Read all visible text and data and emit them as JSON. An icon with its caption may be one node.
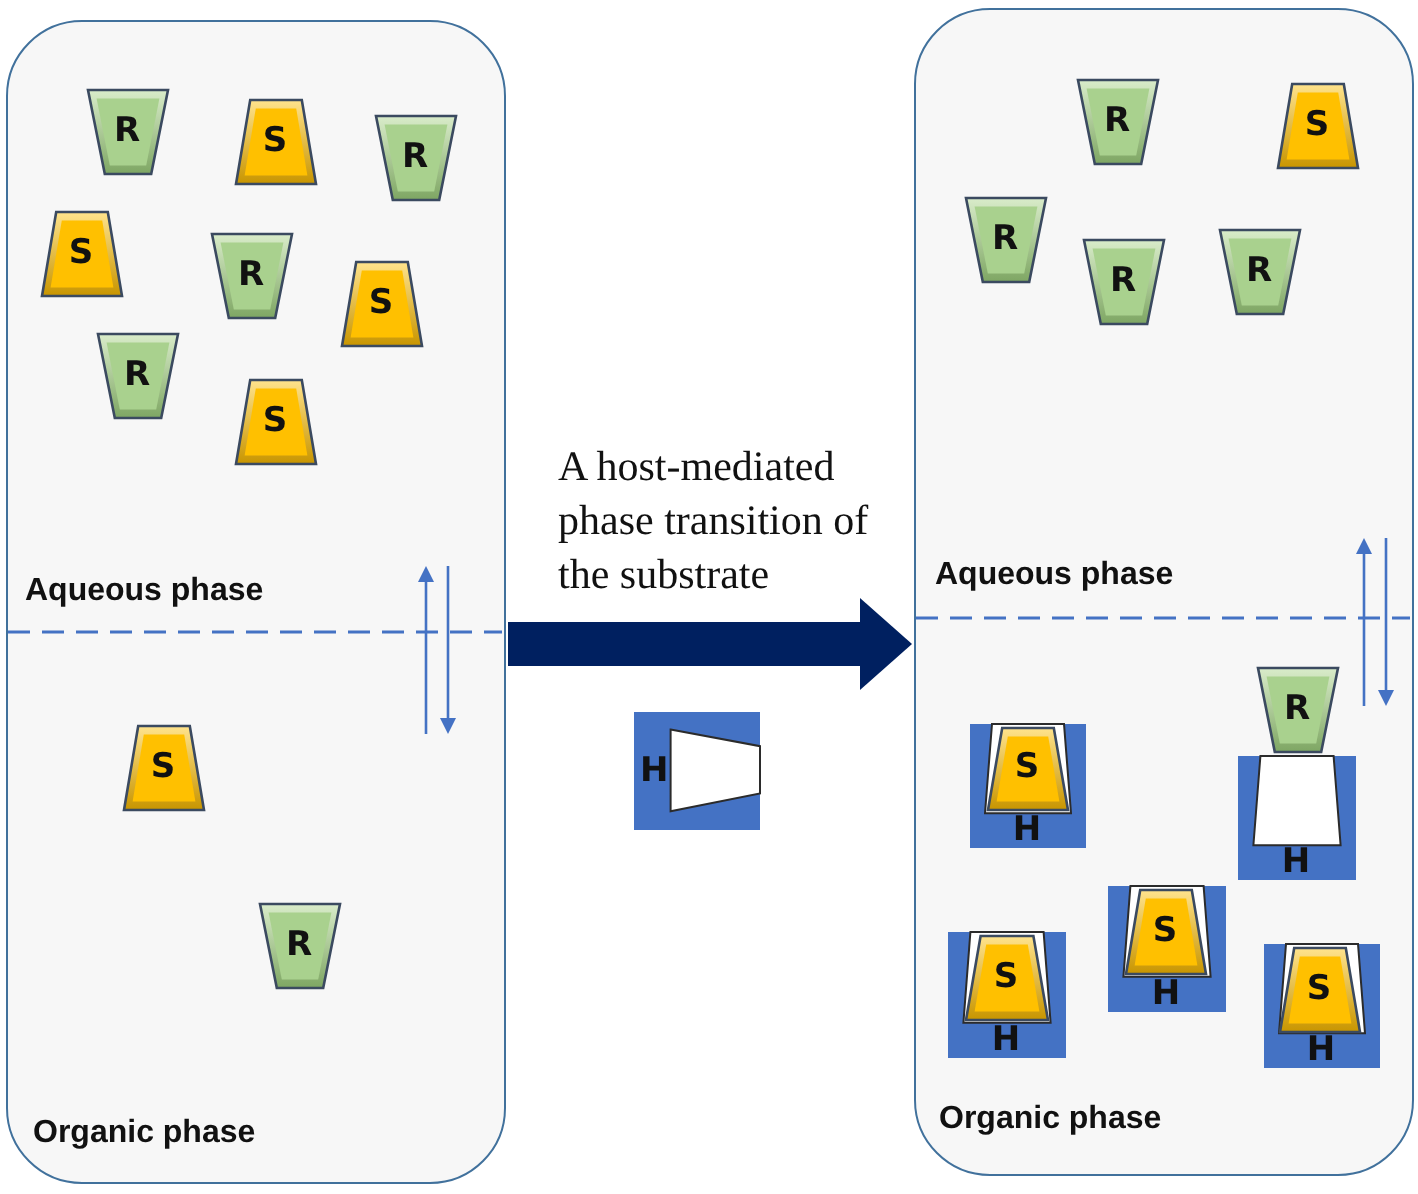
{
  "diagram": {
    "nodes": [
      {
        "text": [
          "Aqueous phase",
          "Organic phase"
        ]
      },
      {
        "text": [
          "R"
        ],
        "in": 0
      },
      {
        "text": [
          "S"
        ],
        "in": 0
      },
      {
        "text": [
          "R"
        ],
        "in": 0
      },
      {
        "text": [
          "S"
        ],
        "in": 0
      },
      {
        "text": [
          "R"
        ],
        "in": 0
      },
      {
        "text": [
          "S"
        ],
        "in": 0
      },
      {
        "text": [
          "R"
        ],
        "in": 0
      },
      {
        "text": [
          "S"
        ],
        "in": 0
      },
      {
        "text": [
          "S"
        ],
        "in": 0
      },
      {
        "text": [
          "R"
        ],
        "in": 0
      },
      {
        "text": [
          "H"
        ]
      },
      {
        "text": [
          "Aqueous phase",
          "Organic phase"
        ]
      },
      {
        "text": [
          "R"
        ],
        "in": 12
      },
      {
        "text": [
          "S"
        ],
        "in": 12
      },
      {
        "text": [
          "R"
        ],
        "in": 12
      },
      {
        "text": [
          "R"
        ],
        "in": 12
      },
      {
        "text": [
          "R"
        ],
        "in": 12
      },
      {
        "text": [
          "H"
        ],
        "in": 12
      },
      {
        "text": [
          "S"
        ],
        "in": 18
      },
      {
        "text": [
          "R"
        ],
        "in": 12
      },
      {
        "text": [
          "H"
        ],
        "in": 12
      },
      {
        "text": [
          "H"
        ],
        "in": 12
      },
      {
        "text": [
          "S"
        ],
        "in": 22
      },
      {
        "text": [
          "H"
        ],
        "in": 12
      },
      {
        "text": [
          "S"
        ],
        "in": 24
      },
      {
        "text": [
          "H"
        ],
        "in": 12
      },
      {
        "text": [
          "S"
        ],
        "in": 26
      }
    ],
    "edges": [
      {
        "from": 0,
        "to": 12,
        "arrow": "to",
        "label": "A host-mediated phase transition of the substrate"
      }
    ]
  }
}
